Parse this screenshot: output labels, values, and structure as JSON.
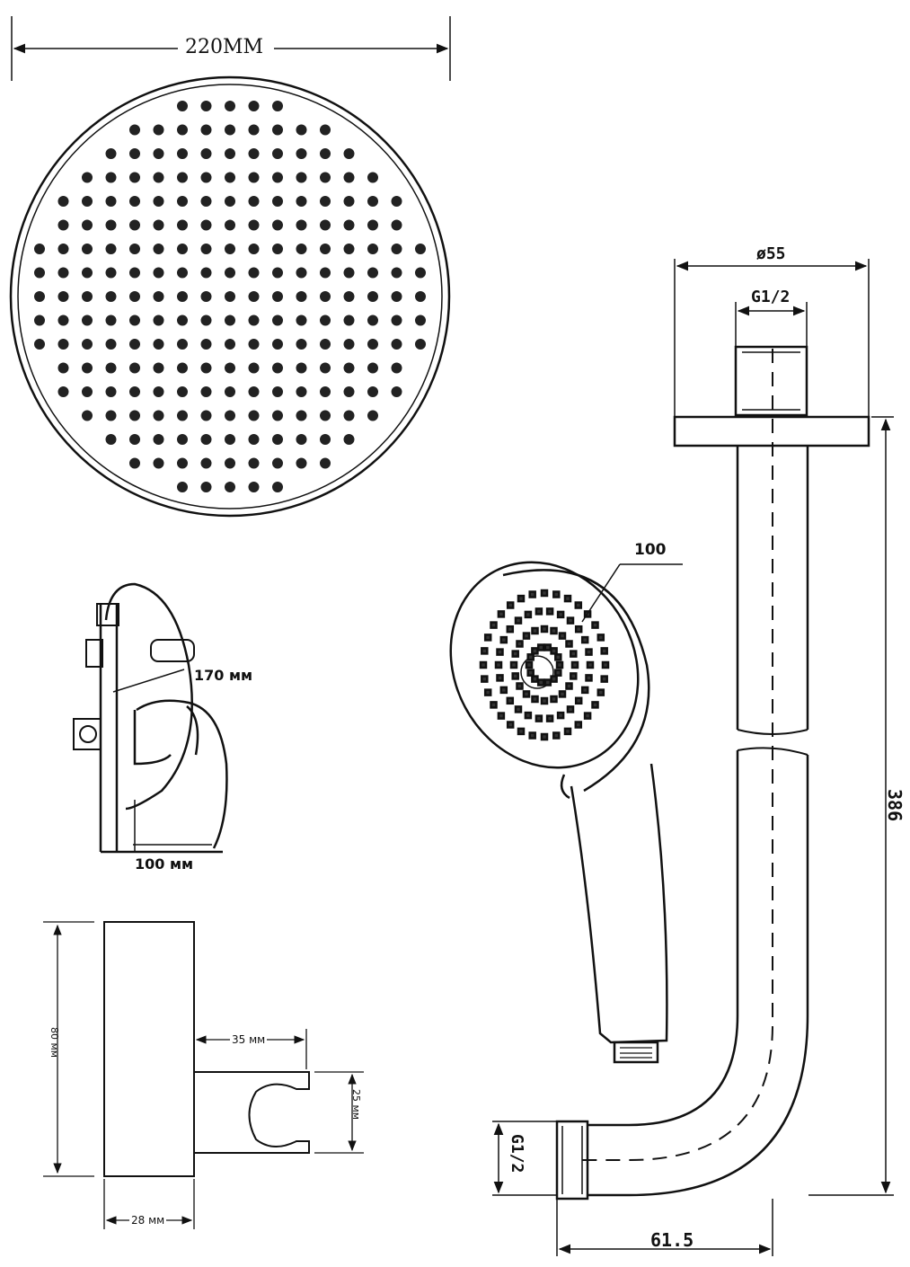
{
  "rain_shower": {
    "diameter_label": "220MM"
  },
  "shower_arm": {
    "flange_diameter_label": "ø55",
    "thread_top_label": "G1/2",
    "height_label": "386",
    "thread_side_label": "G1/2",
    "reach_label": "61.5"
  },
  "hand_shower": {
    "head_diameter_label": "100"
  },
  "mixer": {
    "height_label": "170 мм",
    "depth_label": "100 мм"
  },
  "holder": {
    "height_label": "80 мм",
    "arm_length_label": "35 мм",
    "hook_width_label": "25 мм",
    "base_width_label": "28 мм"
  }
}
